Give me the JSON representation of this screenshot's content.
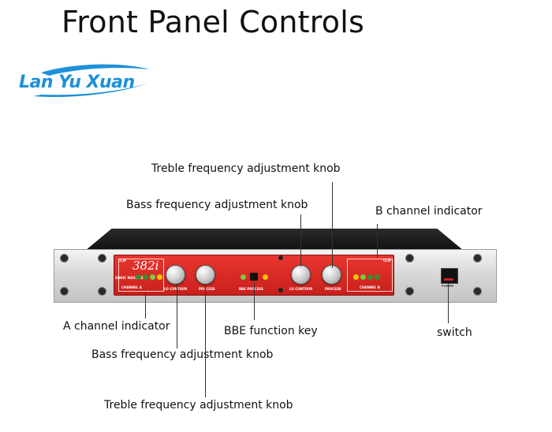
{
  "title": "Front Panel Controls",
  "brand": {
    "name": "Lan Yu Xuan",
    "accent": "#1e90d8"
  },
  "device": {
    "logo_text": "382i",
    "brand_small": "SONIC MAXIMIZER",
    "channel_a_label": "CHANNEL A",
    "channel_b_label": "CHANNEL B",
    "lo_contour_label": "LO CONTOUR",
    "process_label": "PROCESS",
    "bbe_process_label": "BBE PROCESS",
    "power_label": "POWER",
    "clip_label": "CLIP",
    "panel_color": "#d42a24"
  },
  "callouts": {
    "treble_top": "Treble frequency adjustment knob",
    "bass_top": "Bass frequency adjustment knob",
    "b_channel": "B channel indicator",
    "a_channel": "A channel indicator",
    "bbe_key": "BBE function key",
    "switch": "switch",
    "bass_bottom": "Bass frequency adjustment knob",
    "treble_bottom": "Treble frequency adjustment knob"
  }
}
